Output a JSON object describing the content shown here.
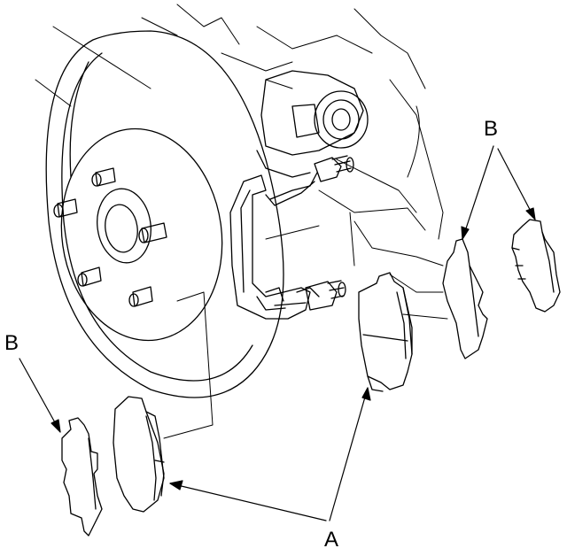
{
  "callouts": {
    "a": "A",
    "b_left": "B",
    "b_right": "B"
  },
  "colors": {
    "line": "#000000",
    "background": "#ffffff",
    "shade": "#e8e8e8"
  }
}
